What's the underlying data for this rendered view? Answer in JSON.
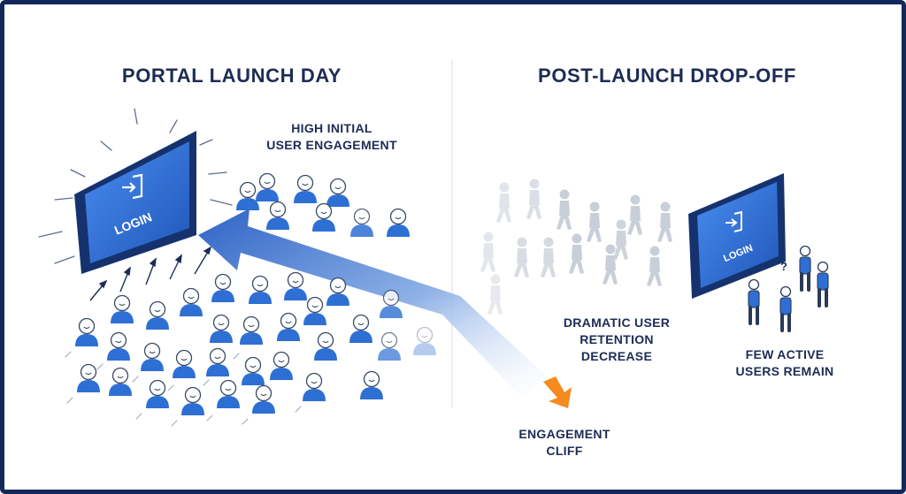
{
  "headings": {
    "left": "PORTAL LAUNCH DAY",
    "right": "POST-LAUNCH DROP-OFF"
  },
  "left_screen": {
    "login_label": "LOGIN"
  },
  "right_screen": {
    "login_label": "LOGIN"
  },
  "annotations": {
    "high_engagement": [
      "HIGH INITIAL",
      "USER ENGAGEMENT"
    ],
    "retention_decrease": [
      "DRAMATIC USER",
      "RETENTION",
      "DECREASE"
    ],
    "engagement_cliff": [
      "ENGAGEMENT",
      "CLIFF"
    ],
    "few_active": [
      "FEW ACTIVE",
      "USERS REMAIN"
    ]
  },
  "colors": {
    "frame": "#13285a",
    "text": "#1d2c55",
    "screen_blue": "#2f6fd6",
    "user_blue": "#2e6fd4",
    "faded_walker": "#c9cfd8",
    "cliff_arrow": "#f58a1f"
  },
  "icons": [
    "login-icon",
    "question-mark-icon"
  ]
}
